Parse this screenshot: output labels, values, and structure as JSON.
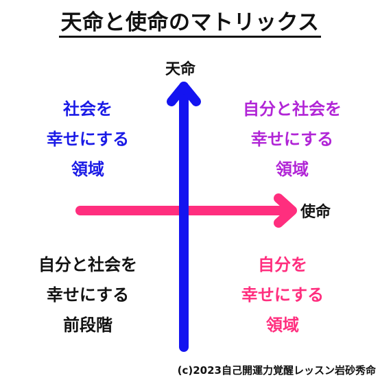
{
  "title": "天命と使命のマトリックス",
  "axes": {
    "vertical_label": "天命",
    "horizontal_label": "使命",
    "vertical_color": "#1414f0",
    "horizontal_color": "#ff2e7e"
  },
  "quadrants": {
    "top_left": {
      "lines": [
        "社会を",
        "幸せにする",
        "領域"
      ],
      "color": "#1a1ae6"
    },
    "top_right": {
      "lines": [
        "自分と社会を",
        "幸せにする",
        "領域"
      ],
      "color": "#b125d6"
    },
    "bottom_left": {
      "lines": [
        "自分と社会を",
        "幸せにする",
        "前段階"
      ],
      "color": "#111111"
    },
    "bottom_right": {
      "lines": [
        "自分を",
        "幸せにする",
        "領域"
      ],
      "color": "#ff2e7e"
    }
  },
  "credit": "(c)2023自己開運力覚醒レッスン岩砂秀命"
}
